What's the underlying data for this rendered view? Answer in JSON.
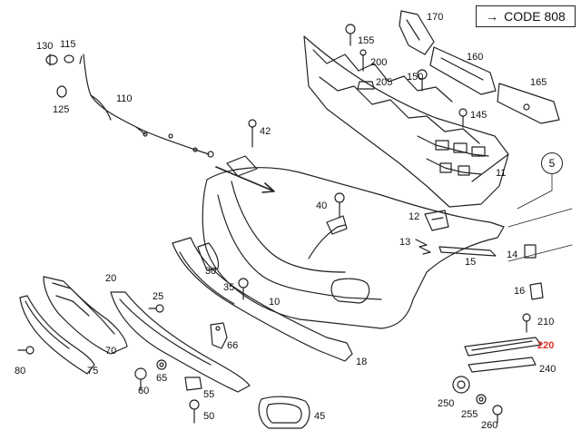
{
  "code_box": {
    "arrow": "→",
    "text": "CODE 808"
  },
  "ref_circle": "5",
  "labels": {
    "l130": "130",
    "l115": "115",
    "l125": "125",
    "l110": "110",
    "l42": "42",
    "l40": "40",
    "l30": "30",
    "l35": "35",
    "l25": "25",
    "l20": "20",
    "l10": "10",
    "l18": "18",
    "l70": "70",
    "l75": "75",
    "l80": "80",
    "l60": "60",
    "l65": "65",
    "l66": "66",
    "l55": "55",
    "l50": "50",
    "l45": "45",
    "l155": "155",
    "l170": "170",
    "l160": "160",
    "l200": "200",
    "l205": "205",
    "l150": "150",
    "l165": "165",
    "l145": "145",
    "l11": "11",
    "l12": "12",
    "l13": "13",
    "l14": "14",
    "l15": "15",
    "l16": "16",
    "l210": "210",
    "l220": "220",
    "l240": "240",
    "l250": "250",
    "l255": "255",
    "l260": "260"
  },
  "highlight_color": "#e0312b"
}
